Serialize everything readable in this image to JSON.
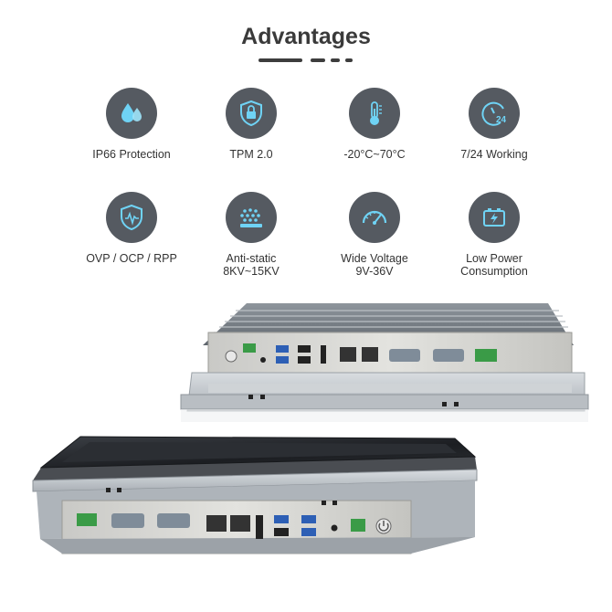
{
  "header": {
    "title": "Advantages"
  },
  "features": [
    {
      "icon": "water-drops-icon",
      "lines": [
        "IP66 Protection"
      ]
    },
    {
      "icon": "shield-lock-icon",
      "lines": [
        "TPM 2.0"
      ]
    },
    {
      "icon": "thermometer-icon",
      "lines": [
        "-20°C~70°C"
      ]
    },
    {
      "icon": "clock-24-icon",
      "lines": [
        "7/24 Working"
      ]
    },
    {
      "icon": "shield-wave-icon",
      "lines": [
        "OVP / OCP / RPP"
      ]
    },
    {
      "icon": "static-dots-icon",
      "lines": [
        "Anti-static",
        "8KV~15KV"
      ]
    },
    {
      "icon": "gauge-icon",
      "lines": [
        "Wide Voltage",
        "9V-36V"
      ]
    },
    {
      "icon": "battery-icon",
      "lines": [
        "Low Power",
        "Consumption"
      ]
    }
  ],
  "colors": {
    "icon_bg": "#555a61",
    "icon_fg": "#6fd3f5",
    "title": "#3a3a3a"
  }
}
